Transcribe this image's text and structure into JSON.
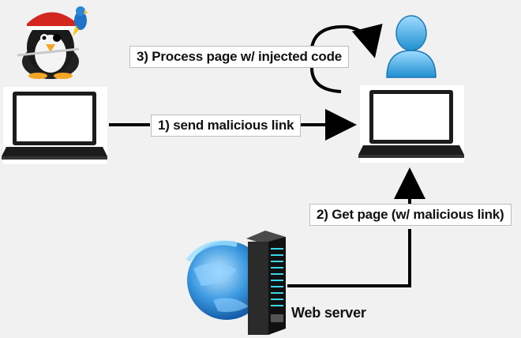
{
  "diagram": {
    "steps": [
      {
        "id": "process",
        "text": "3) Process page w/ injected code"
      },
      {
        "id": "send",
        "text": "1) send malicious link"
      },
      {
        "id": "get",
        "text": "2) Get page (w/ malicious link)"
      }
    ],
    "nodes": {
      "server_label": "Web server"
    }
  },
  "colors": {
    "background": "#f1f1f1",
    "arrow": "#000000",
    "laptop_body": "#1c1c1c",
    "laptop_screen": "#ffffff",
    "user_icon": "#3da8e0",
    "globe": "#2f8fd6"
  },
  "icons": [
    "pirate-penguin-icon",
    "laptop-icon",
    "user-icon",
    "globe-icon",
    "server-rack-icon"
  ]
}
